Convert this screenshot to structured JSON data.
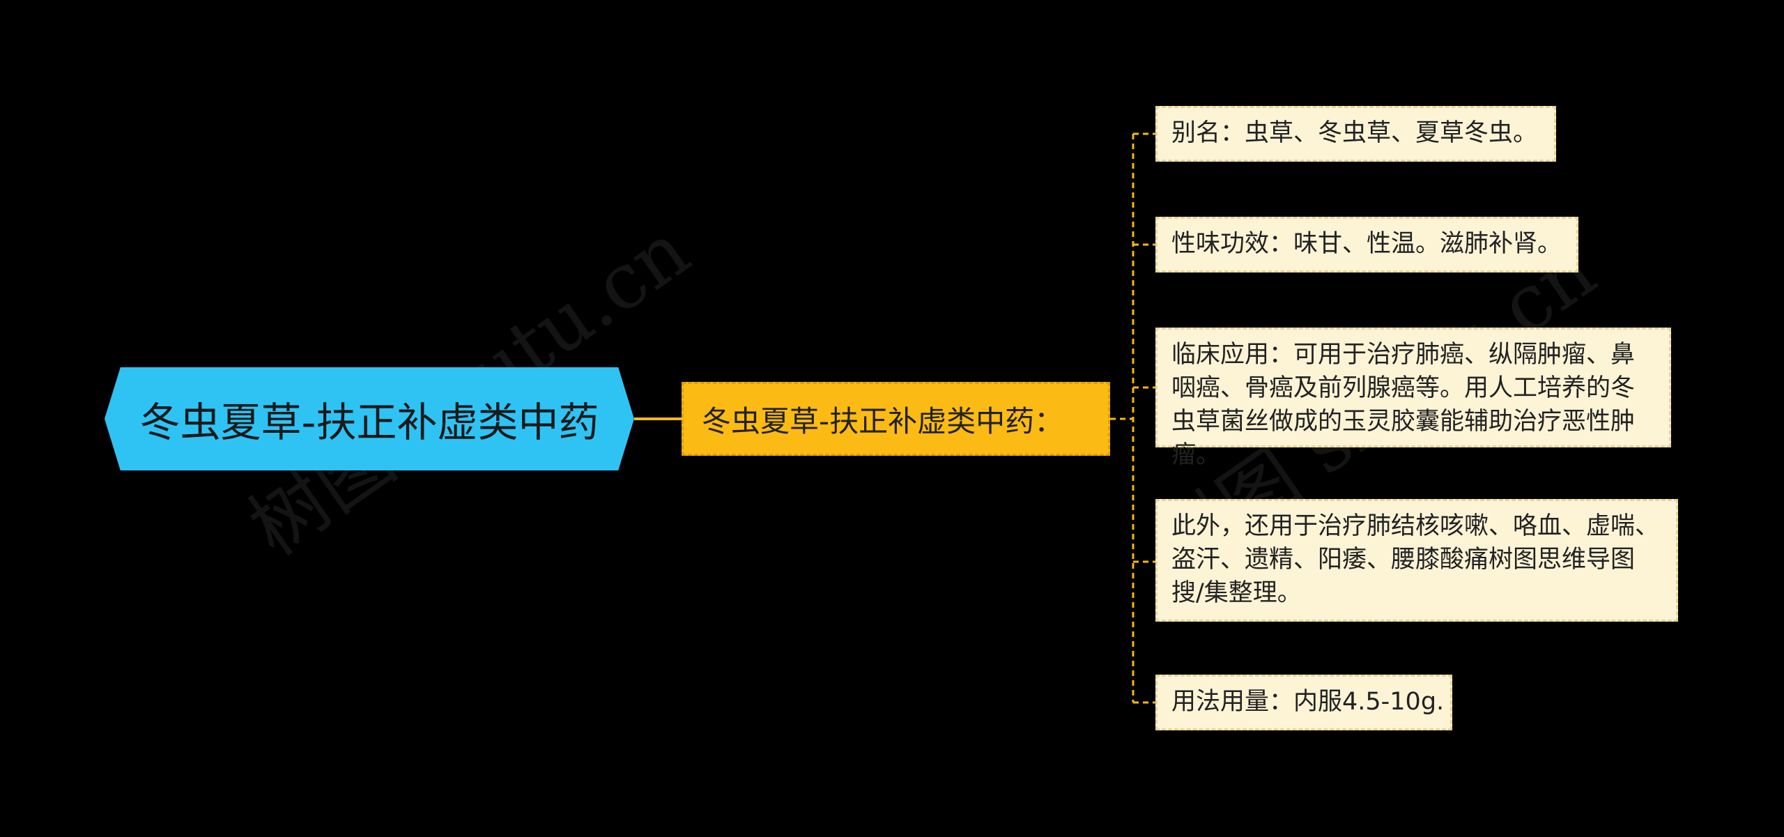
{
  "diagram": {
    "root": {
      "label": "冬虫夏草-扶正补虚类中药"
    },
    "branch": {
      "label": "冬虫夏草-扶正补虚类中药："
    },
    "leaves": [
      {
        "label": "别名：虫草、冬虫草、夏草冬虫。"
      },
      {
        "label": "性味功效：味甘、性温。滋肺补肾。"
      },
      {
        "label": "临床应用：可用于治疗肺癌、纵隔肿瘤、鼻咽癌、骨癌及前列腺癌等。用人工培养的冬虫草菌丝做成的玉灵胶囊能辅助治疗恶性肿瘤。"
      },
      {
        "label": "此外，还用于治疗肺结核咳嗽、咯血、虚喘、盗汗、遗精、阳痿、腰膝酸痛树图思维导图搜/集整理。"
      },
      {
        "label": "用法用量：内服4.5-10g."
      }
    ]
  },
  "watermark": {
    "text": "树图 shutu.cn"
  },
  "colors": {
    "background": "#000000",
    "root": "#2fc3f4",
    "branch": "#fcbb14",
    "leaf": "#fdf4d6",
    "connector": "#f5b818"
  }
}
